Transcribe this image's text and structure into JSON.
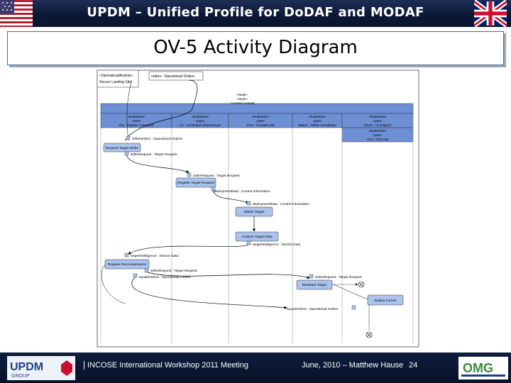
{
  "header": {
    "title": "UPDM – Unified Profile for DoDAF and MODAF",
    "left_flag_icon": "us-flag-icon",
    "right_flag_icon": "uk-flag-icon"
  },
  "slide": {
    "title": "OV-5 Activity Diagram"
  },
  "diagram": {
    "frame_label": [
      "«OperationalActivity»",
      "Secure Landing Site"
    ],
    "input_pin_label": "orders : Operational Orders",
    "header_center": [
      "«Node»",
      "«Node»",
      ": Forward Assault"
    ],
    "lanes": [
      {
        "stereo": "«NodeRole»",
        "part": "«part»",
        "name": "HQ : Brigade Command"
      },
      {
        "stereo": "«NodeRole»",
        "part": "«part»",
        "name": "C2 : Command Infrastructure"
      },
      {
        "stereo": "«NodeRole»",
        "part": "«part»",
        "name": "FEO : Forward Unit"
      },
      {
        "stereo": "«NodeRole»",
        "part": "«part»",
        "name": "Station : Strike Coordinator"
      },
      {
        "stereo": "«NodeRole»",
        "part": "«part»",
        "name": "SEAD : Air Support"
      }
    ],
    "extra_lane": [
      "«NodeRole»",
      "«part»",
      "ATG : ATG Unit"
    ],
    "actions": [
      "Request Target Strike",
      "Register Target Request",
      "Obtain Target",
      "Analyse Target Data",
      "Request Reconnaissance",
      "Bombard Target",
      "Deploy Forces"
    ],
    "flow_labels": [
      "strikeOrders : Operational Orders",
      "strikeRequest : Target Request",
      "strikeRequest : Target Request",
      "deploymentData : Control Information",
      "deploymentData : Control Information",
      "targetIntelligence : Sensor Data",
      "targetIntelligence : Sensor Data",
      "strikeRequest : Target Request",
      "strikeRequest : Target Request",
      "squadOrders : Operational Orders",
      "squadOrders : Operational Orders"
    ]
  },
  "footer": {
    "event": "INCOSE International Workshop 2011 Meeting",
    "date_author": "June, 2010 – Matthew Hause",
    "page": "24",
    "left_logo": "UPDM GROUP",
    "right_logo": "OMG"
  },
  "colors": {
    "header_bg": "#0c1836",
    "lane_header": "#6d8fd4",
    "action_fill": "#a9c3ec",
    "flow_line": "#000000"
  }
}
